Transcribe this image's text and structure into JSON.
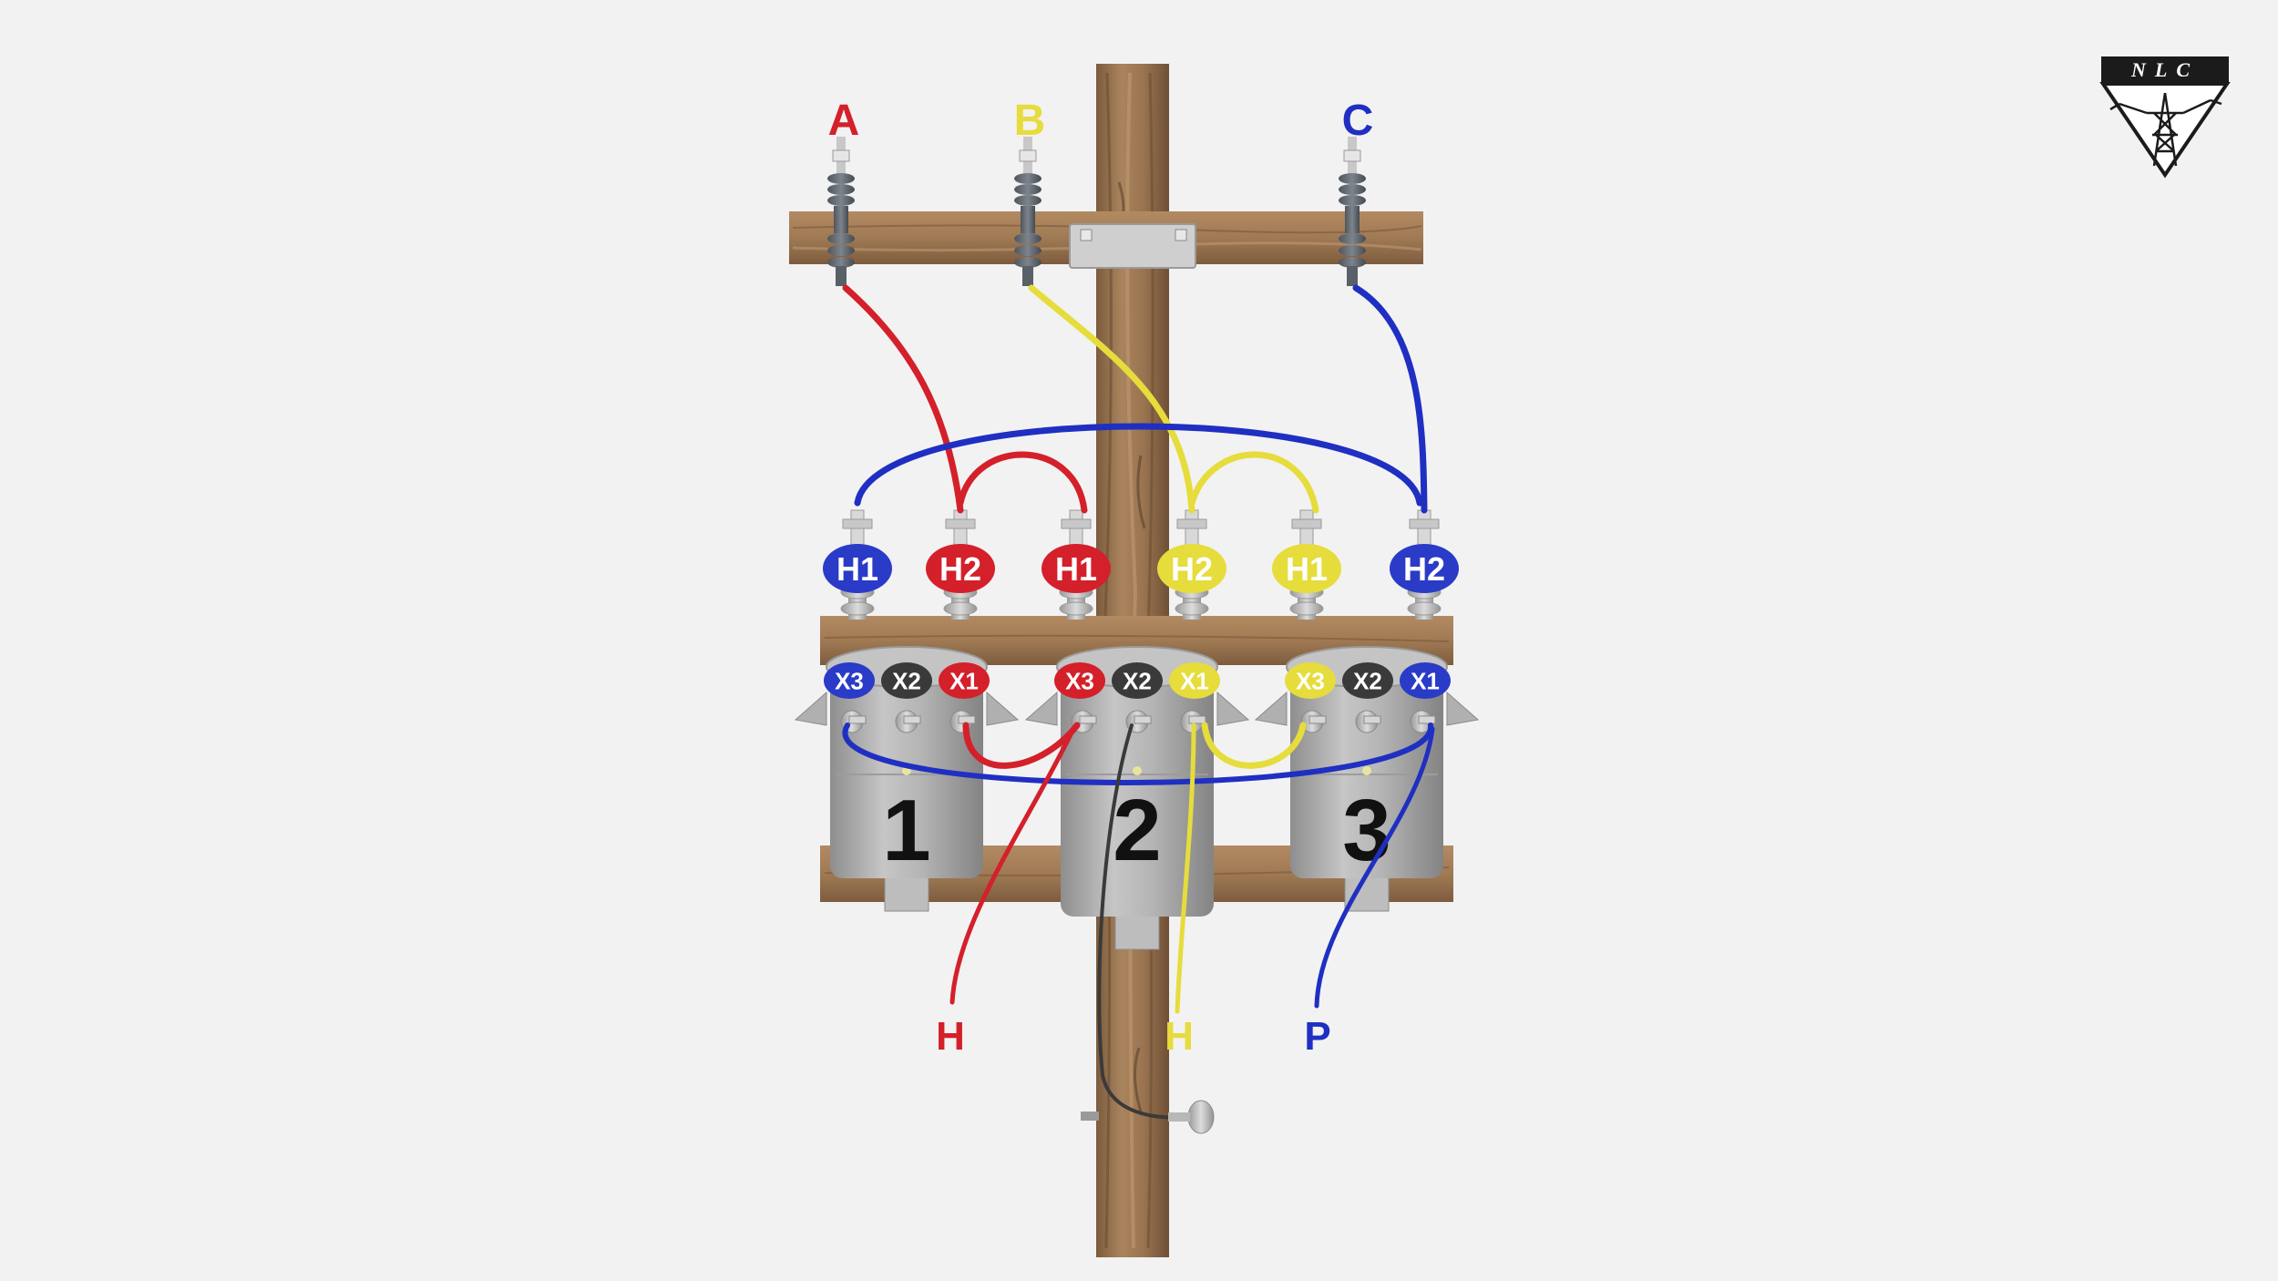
{
  "colors": {
    "phase_a": "#d4202a",
    "phase_b": "#e6dc3c",
    "phase_c": "#1f2fc2",
    "neutral": "#3a3a3a",
    "wood": "#9a7450",
    "tank": "#a8a8a8"
  },
  "logo": {
    "text": "NLC",
    "icon": "transmission-tower-triangle-icon"
  },
  "phases": [
    {
      "id": "A",
      "label": "A",
      "color": "#d4202a"
    },
    {
      "id": "B",
      "label": "B",
      "color": "#e6dc3c"
    },
    {
      "id": "C",
      "label": "C",
      "color": "#1f2fc2"
    }
  ],
  "transformers": [
    {
      "number": "1",
      "primary": [
        {
          "label": "H1",
          "color": "#2a3bc8"
        },
        {
          "label": "H2",
          "color": "#d4202a"
        }
      ],
      "secondary": [
        {
          "label": "X3",
          "color": "#2a3bc8"
        },
        {
          "label": "X2",
          "color": "#3a3a3a"
        },
        {
          "label": "X1",
          "color": "#d4202a"
        }
      ]
    },
    {
      "number": "2",
      "primary": [
        {
          "label": "H1",
          "color": "#d4202a"
        },
        {
          "label": "H2",
          "color": "#e6dc3c"
        }
      ],
      "secondary": [
        {
          "label": "X3",
          "color": "#d4202a"
        },
        {
          "label": "X2",
          "color": "#3a3a3a"
        },
        {
          "label": "X1",
          "color": "#e6dc3c"
        }
      ]
    },
    {
      "number": "3",
      "primary": [
        {
          "label": "H1",
          "color": "#e6dc3c"
        },
        {
          "label": "H2",
          "color": "#2a3bc8"
        }
      ],
      "secondary": [
        {
          "label": "X3",
          "color": "#e6dc3c"
        },
        {
          "label": "X2",
          "color": "#3a3a3a"
        },
        {
          "label": "X1",
          "color": "#2a3bc8"
        }
      ]
    }
  ],
  "outputs": [
    {
      "label": "H",
      "color": "#d4202a"
    },
    {
      "label": "H",
      "color": "#e6dc3c"
    },
    {
      "label": "P",
      "color": "#1f2fc2"
    }
  ]
}
